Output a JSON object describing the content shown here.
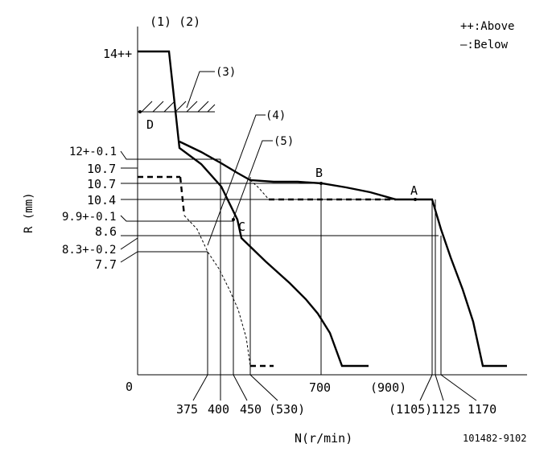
{
  "header": {
    "labels_12": "(1) (2)",
    "legend_above": "++:Above",
    "legend_below": "—:Below"
  },
  "axes": {
    "ylabel": "R (mm)",
    "xlabel": "N(r/min)",
    "origin": "0"
  },
  "y_ticks": [
    "14++",
    "12+-0.1",
    "10.7",
    "10.7",
    "10.4",
    "9.9+-0.1",
    "8.6",
    "8.3+-0.2",
    "7.7"
  ],
  "x_ticks": [
    "375",
    "400",
    "450",
    "(530)",
    "700",
    "(900)",
    "(1105)",
    "1125",
    "1170"
  ],
  "callouts": [
    "(3)",
    "(4)",
    "(5)"
  ],
  "points": [
    "A",
    "B",
    "C",
    "D"
  ],
  "code": "101482-9102"
}
